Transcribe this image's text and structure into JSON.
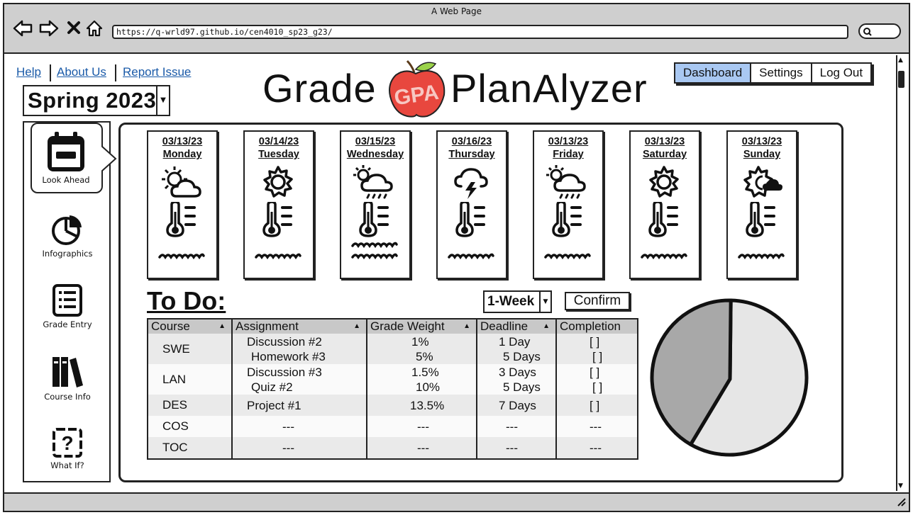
{
  "browser": {
    "window_title": "A Web Page",
    "url": "https://q-wrld97.github.io/cen4010_sp23_g23/"
  },
  "top_links": [
    "Help",
    "About Us",
    "Report Issue"
  ],
  "term_select": {
    "value": "Spring 2023"
  },
  "logo": {
    "left_word": "Grade",
    "right_word": "PlanAlyzer",
    "apple_letters": "GPA"
  },
  "nav": {
    "dashboard": "Dashboard",
    "settings": "Settings",
    "logout": "Log Out",
    "active": "Dashboard"
  },
  "sidebar": {
    "items": [
      {
        "label": "Look Ahead",
        "icon": "calendar-icon",
        "active": true
      },
      {
        "label": "Infographics",
        "icon": "pie-chart-icon"
      },
      {
        "label": "Grade Entry",
        "icon": "list-icon"
      },
      {
        "label": "Course Info",
        "icon": "books-icon"
      },
      {
        "label": "What If?",
        "icon": "question-icon"
      }
    ]
  },
  "days": [
    {
      "date": "03/13/23",
      "name": "Monday",
      "weather": "partly-cloudy-icon"
    },
    {
      "date": "03/14/23",
      "name": "Tuesday",
      "weather": "sun-icon"
    },
    {
      "date": "03/15/23",
      "name": "Wednesday",
      "weather": "sun-rain-icon"
    },
    {
      "date": "03/16/23",
      "name": "Thursday",
      "weather": "thunderstorm-icon"
    },
    {
      "date": "03/13/23",
      "name": "Friday",
      "weather": "sun-rain-icon"
    },
    {
      "date": "03/13/23",
      "name": "Saturday",
      "weather": "sun-icon"
    },
    {
      "date": "03/13/23",
      "name": "Sunday",
      "weather": "sun-small-cloud-icon"
    }
  ],
  "todo": {
    "title": "To Do:",
    "range": "1-Week",
    "confirm": "Confirm",
    "headers": [
      "Course",
      "Assignment",
      "Grade Weight",
      "Deadline",
      "Completion"
    ],
    "rows": [
      {
        "course": "SWE",
        "assignments": [
          "Discussion #2",
          "Homework #3"
        ],
        "weights": [
          "1%",
          "5%"
        ],
        "deadlines": [
          "1 Day",
          "5 Days"
        ],
        "completion": [
          "[  ]",
          "[  ]"
        ]
      },
      {
        "course": "LAN",
        "assignments": [
          "Discussion #3",
          "Quiz #2"
        ],
        "weights": [
          "1.5%",
          "10%"
        ],
        "deadlines": [
          "3 Days",
          "5 Days"
        ],
        "completion": [
          "[  ]",
          "[  ]"
        ]
      },
      {
        "course": "DES",
        "assignments": [
          "Project #1"
        ],
        "weights": [
          "13.5%"
        ],
        "deadlines": [
          "7 Days"
        ],
        "completion": [
          "[  ]"
        ]
      },
      {
        "course": "COS",
        "assignments": [
          "---"
        ],
        "weights": [
          "---"
        ],
        "deadlines": [
          "---"
        ],
        "completion": [
          "---"
        ]
      },
      {
        "course": "TOC",
        "assignments": [
          "---"
        ],
        "weights": [
          "---"
        ],
        "deadlines": [
          "---"
        ],
        "completion": [
          "---"
        ]
      }
    ]
  },
  "chart_data": {
    "type": "pie",
    "values": [
      58,
      42
    ],
    "colors": [
      "#e6e6e6",
      "#a8a8a8"
    ]
  }
}
